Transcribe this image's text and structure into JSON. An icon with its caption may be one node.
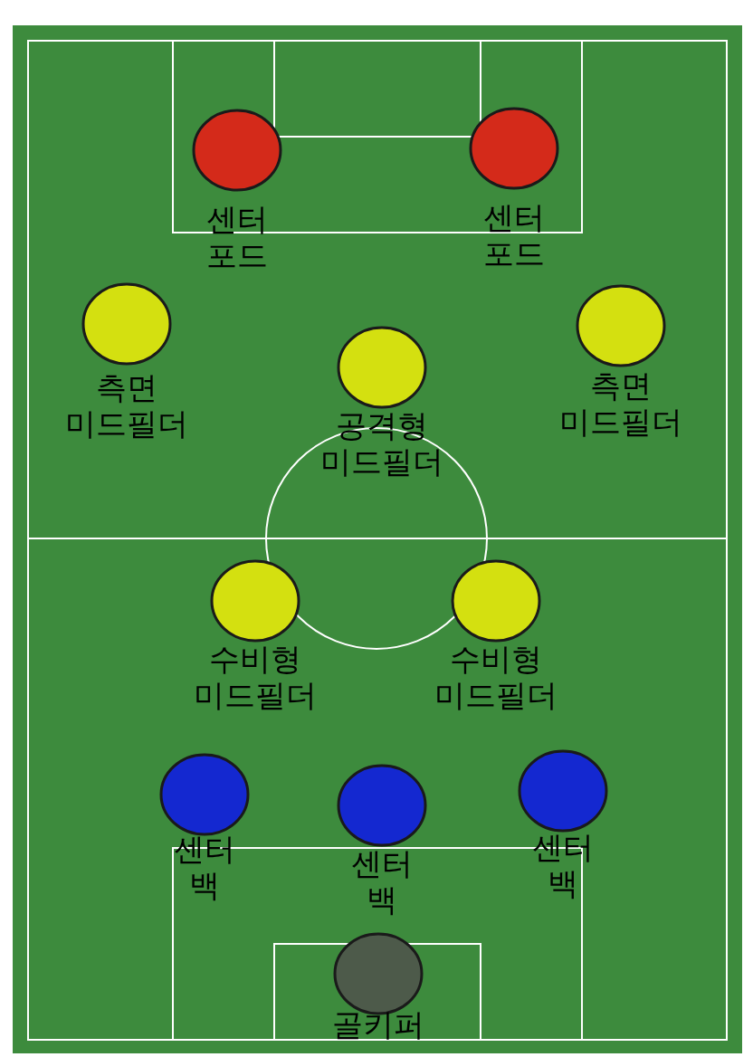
{
  "diagram": {
    "nodes": [
      {
        "text": [
          "센터 포드"
        ]
      },
      {
        "text": [
          "센터 포드"
        ]
      },
      {
        "text": [
          "측면 미드필더"
        ]
      },
      {
        "text": [
          "공격형 미드필더"
        ]
      },
      {
        "text": [
          "측면 미드필더"
        ]
      },
      {
        "text": [
          "수비형 미드필더"
        ]
      },
      {
        "text": [
          "수비형 미드필더"
        ]
      },
      {
        "text": [
          "센터 백"
        ]
      },
      {
        "text": [
          "센터 백"
        ]
      },
      {
        "text": [
          "센터 백"
        ]
      },
      {
        "text": [
          "골키퍼"
        ]
      }
    ]
  }
}
